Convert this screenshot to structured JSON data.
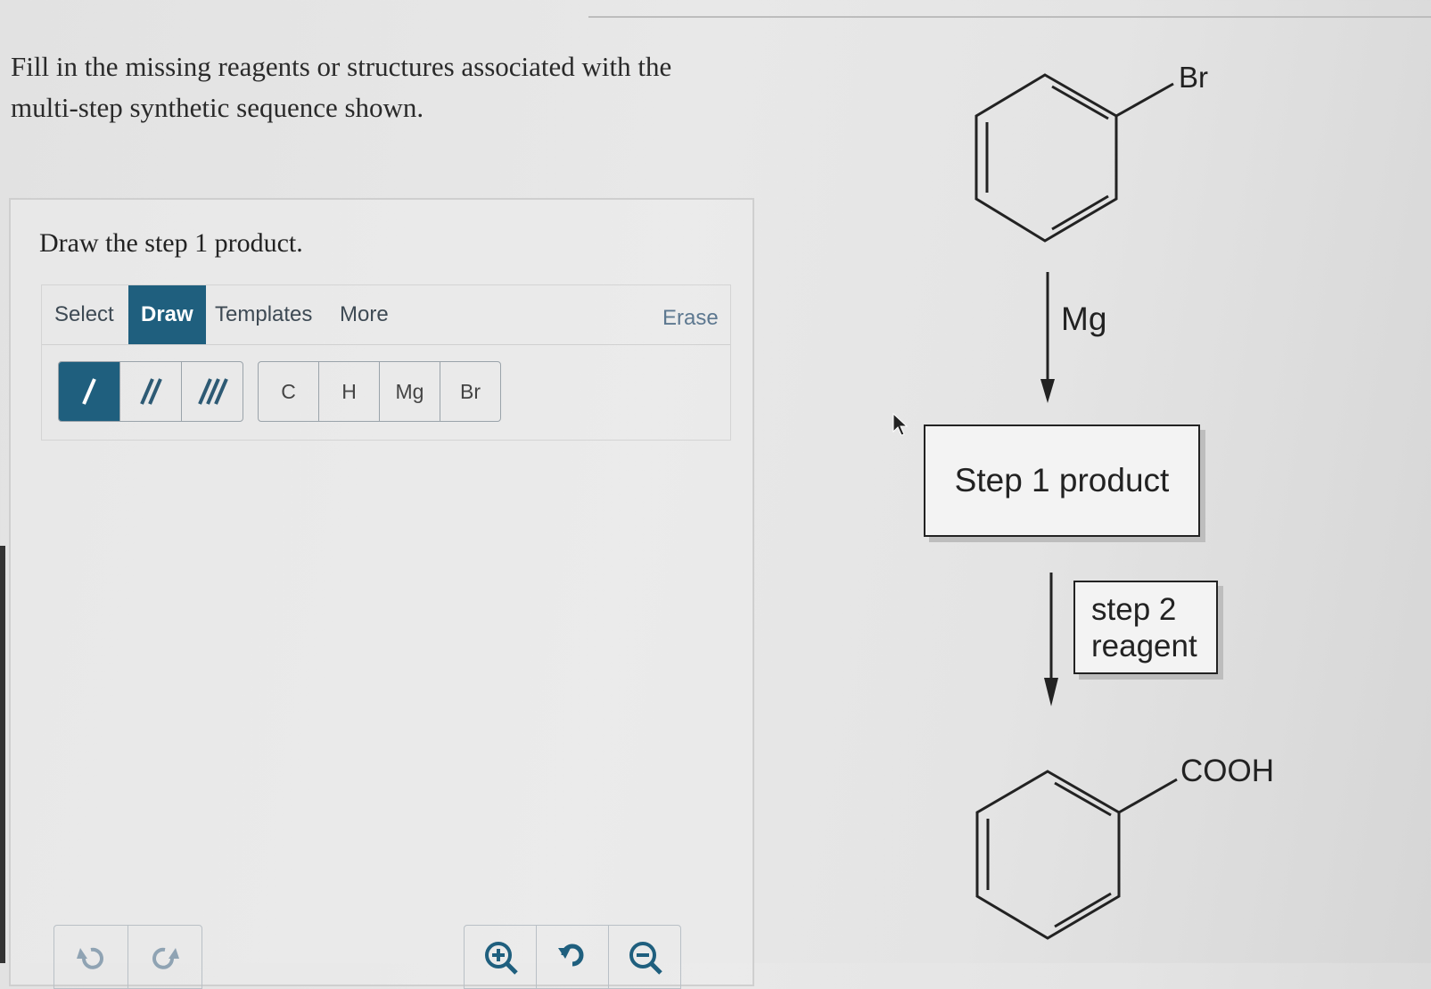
{
  "question": {
    "line1": "Fill in the missing reagents or structures associated with the",
    "line2": "multi-step synthetic sequence shown."
  },
  "panel": {
    "title": "Draw the step 1 product.",
    "tabs": [
      "Select",
      "Draw",
      "Templates",
      "More"
    ],
    "active_tab": "Draw",
    "erase_label": "Erase",
    "bond_tools": [
      "single-bond",
      "double-bond",
      "triple-bond"
    ],
    "atoms": [
      "C",
      "H",
      "Mg",
      "Br"
    ]
  },
  "bottom_tools": {
    "undo": "undo-icon",
    "redo": "redo-icon",
    "zoom_in": "zoom-in-icon",
    "reset": "reset-icon",
    "zoom_out": "zoom-out-icon"
  },
  "scheme": {
    "start_substituent": "Br",
    "reagent_1": "Mg",
    "step1_box": "Step 1 product",
    "step2_box_line1": "step 2",
    "step2_box_line2": "reagent",
    "final_substituent": "COOH"
  },
  "colors": {
    "accent": "#1f5f7e",
    "tab_text": "#3e4a54",
    "erase_text": "#5d7890"
  }
}
